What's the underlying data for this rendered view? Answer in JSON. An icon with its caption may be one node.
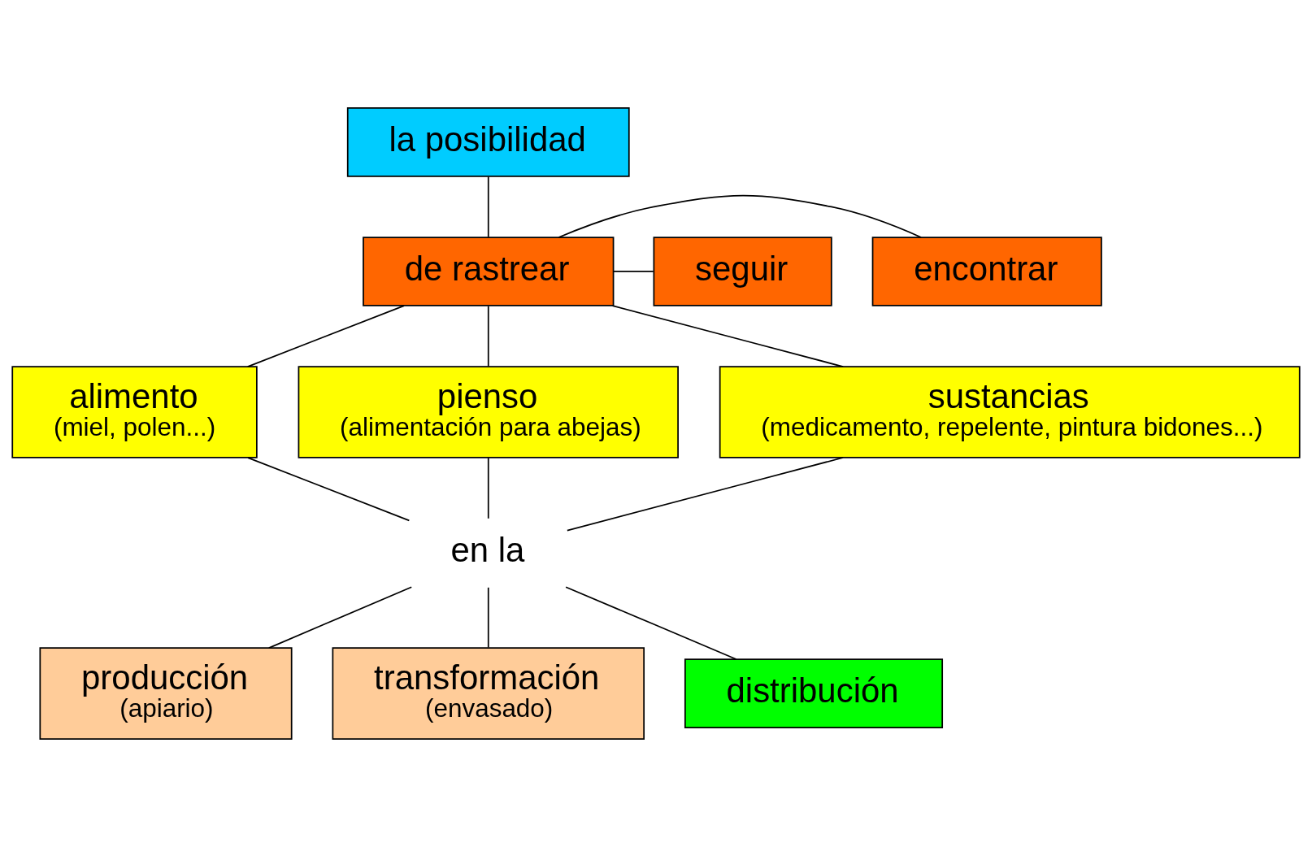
{
  "diagram": {
    "nodes": [
      {
        "text": [
          "la posibilidad"
        ]
      },
      {
        "text": [
          "de rastrear"
        ]
      },
      {
        "text": [
          "encontrar"
        ]
      },
      {
        "text": [
          "seguir"
        ]
      },
      {
        "text": [
          "alimento",
          "(miel, polen...)"
        ]
      },
      {
        "text": [
          "pienso",
          "(alimentación para abejas)"
        ]
      },
      {
        "text": [
          "sustancias",
          "(medicamento, repelente, pintura bidones...)"
        ]
      },
      {
        "text": [
          "en la"
        ]
      },
      {
        "text": [
          "producción",
          "(apiario)"
        ]
      },
      {
        "text": [
          "transformación",
          "(envasado)"
        ]
      },
      {
        "text": [
          "distribución"
        ]
      }
    ],
    "edges": [
      {
        "from": 0,
        "to": 1,
        "arrow": "none"
      },
      {
        "from": 1,
        "to": 2,
        "arrow": "none"
      },
      {
        "from": 1,
        "to": 3,
        "arrow": "none"
      },
      {
        "from": 1,
        "to": 4,
        "arrow": "none"
      },
      {
        "from": 1,
        "to": 5,
        "arrow": "none"
      },
      {
        "from": 1,
        "to": 6,
        "arrow": "none"
      },
      {
        "from": 4,
        "to": 7,
        "arrow": "none"
      },
      {
        "from": 5,
        "to": 7,
        "arrow": "none"
      },
      {
        "from": 6,
        "to": 7,
        "arrow": "none"
      },
      {
        "from": 7,
        "to": 8,
        "arrow": "none"
      },
      {
        "from": 7,
        "to": 9,
        "arrow": "none"
      },
      {
        "from": 7,
        "to": 10,
        "arrow": "none"
      }
    ]
  }
}
